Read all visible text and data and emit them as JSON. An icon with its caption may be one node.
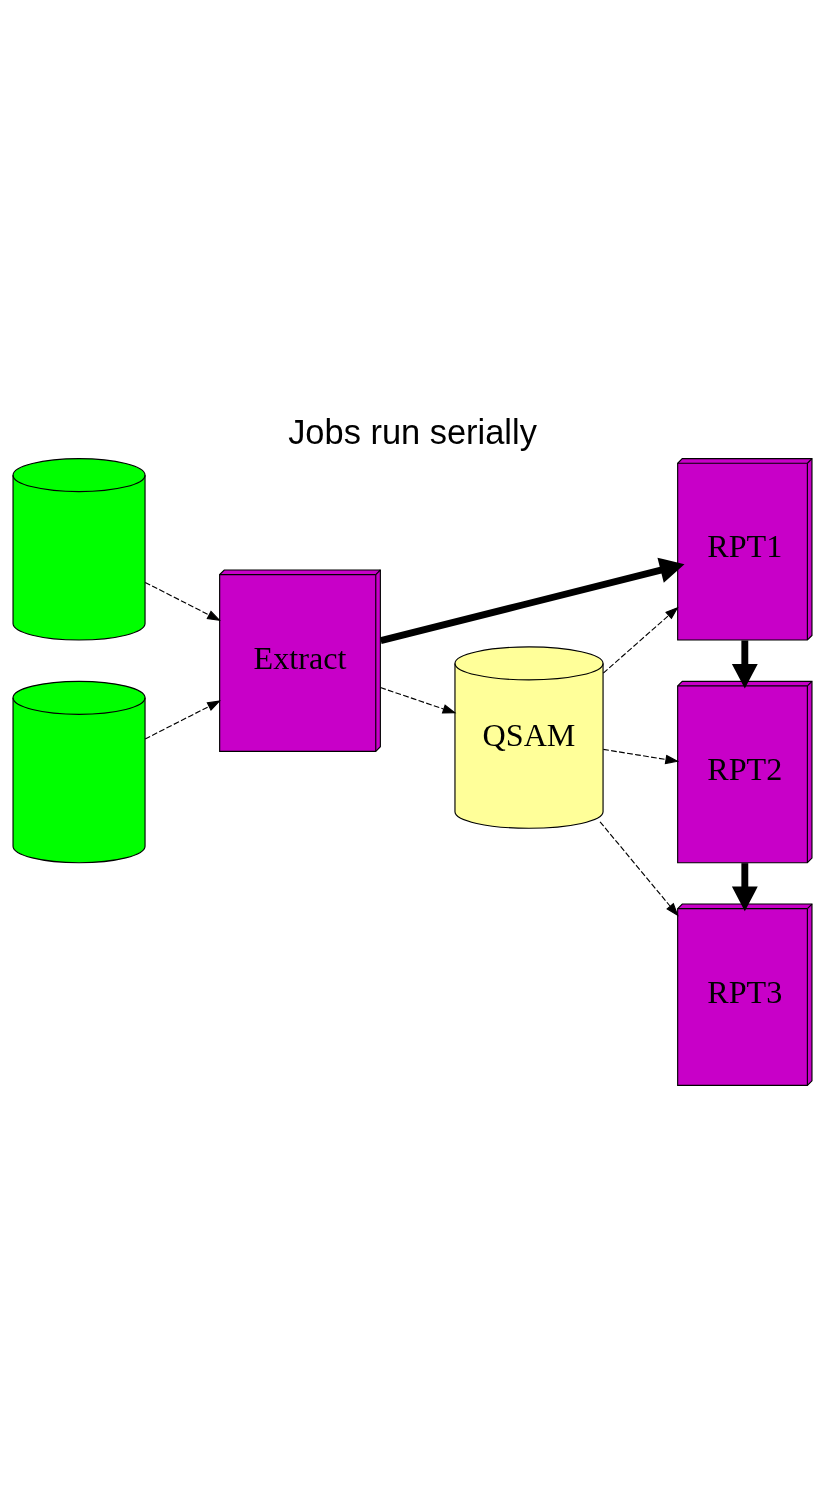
{
  "diagram": {
    "title": "Jobs run serially",
    "nodes": [
      {
        "text": [
          "Extract"
        ]
      },
      {
        "text": [
          "QSAM"
        ]
      },
      {
        "text": [
          "RPT1"
        ]
      },
      {
        "text": [
          "RPT2"
        ]
      },
      {
        "text": [
          "RPT3"
        ]
      },
      {
        "text": [],
        "shape": "cylinder"
      },
      {
        "text": [],
        "shape": "cylinder"
      }
    ],
    "edges": [
      {
        "from": 5,
        "to": 0,
        "arrow": "to",
        "style": "dashed"
      },
      {
        "from": 6,
        "to": 0,
        "arrow": "to",
        "style": "dashed"
      },
      {
        "from": 0,
        "to": 1,
        "arrow": "to",
        "style": "dashed"
      },
      {
        "from": 0,
        "to": 2,
        "arrow": "to",
        "style": "thick"
      },
      {
        "from": 1,
        "to": 2,
        "arrow": "to",
        "style": "dashed"
      },
      {
        "from": 1,
        "to": 3,
        "arrow": "to",
        "style": "dashed"
      },
      {
        "from": 1,
        "to": 4,
        "arrow": "to",
        "style": "dashed"
      },
      {
        "from": 2,
        "to": 3,
        "arrow": "to",
        "style": "thick"
      },
      {
        "from": 3,
        "to": 4,
        "arrow": "to",
        "style": "thick"
      }
    ]
  }
}
